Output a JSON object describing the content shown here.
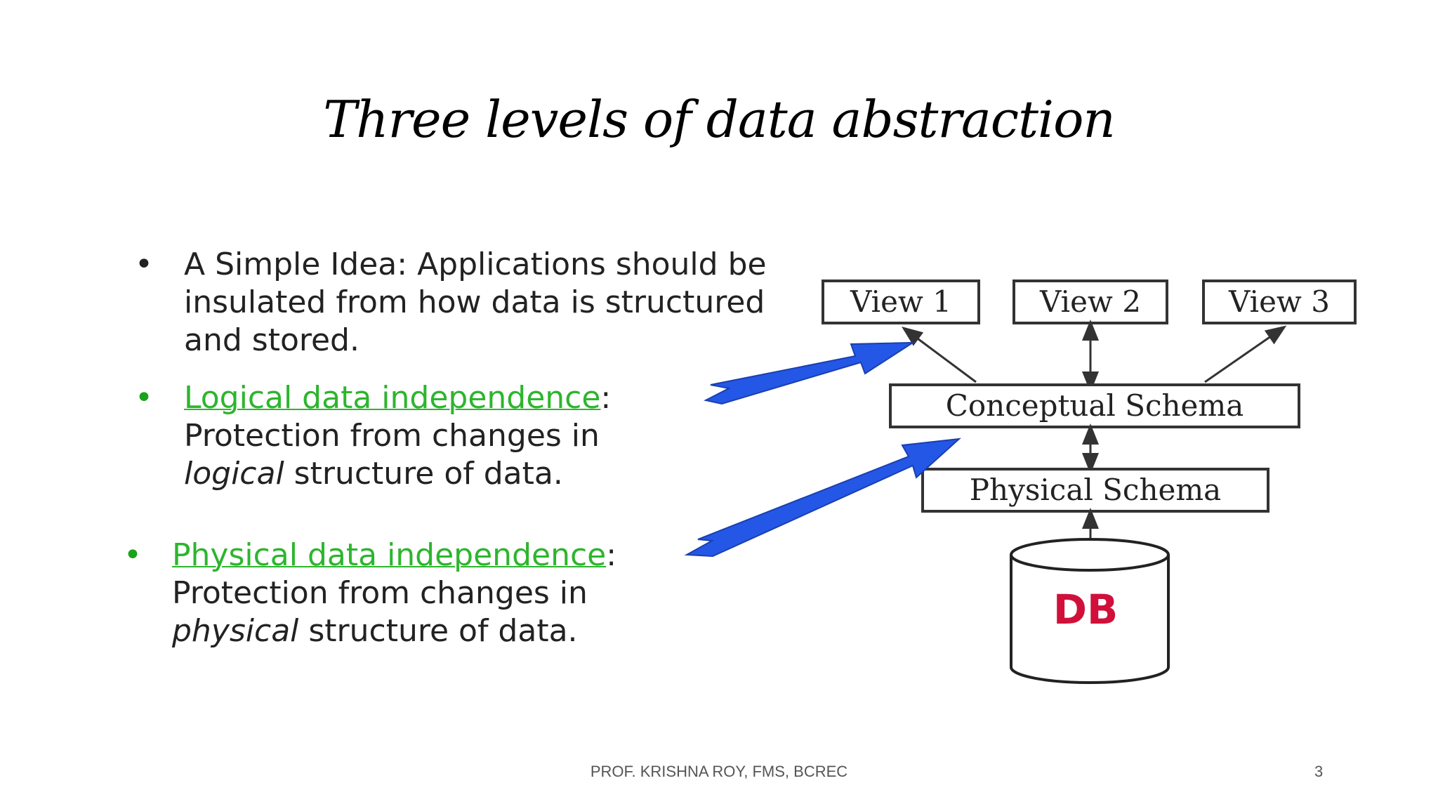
{
  "slide": {
    "title": "Three levels of data abstraction",
    "bullets": [
      {
        "text": "A Simple Idea: Applications should be insulated from how data is structured and stored."
      },
      {
        "link": "Logical data independence",
        "colon": ":",
        "line2": "Protection from changes in",
        "em": "logical",
        "rest": " structure of data."
      },
      {
        "link": "Physical data independence",
        "colon": ":",
        "line2": "Protection from changes in",
        "em": "physical",
        "rest": " structure of data."
      }
    ],
    "diagram": {
      "views": [
        "View 1",
        "View 2",
        "View 3"
      ],
      "conceptual": "Conceptual Schema",
      "physical": "Physical Schema",
      "db": "DB",
      "colors": {
        "arrow": "#2457e6",
        "db_text": "#d0103a",
        "box_stroke": "#333333"
      }
    },
    "footer": "PROF. KRISHNA ROY, FMS, BCREC",
    "page_number": "3"
  }
}
